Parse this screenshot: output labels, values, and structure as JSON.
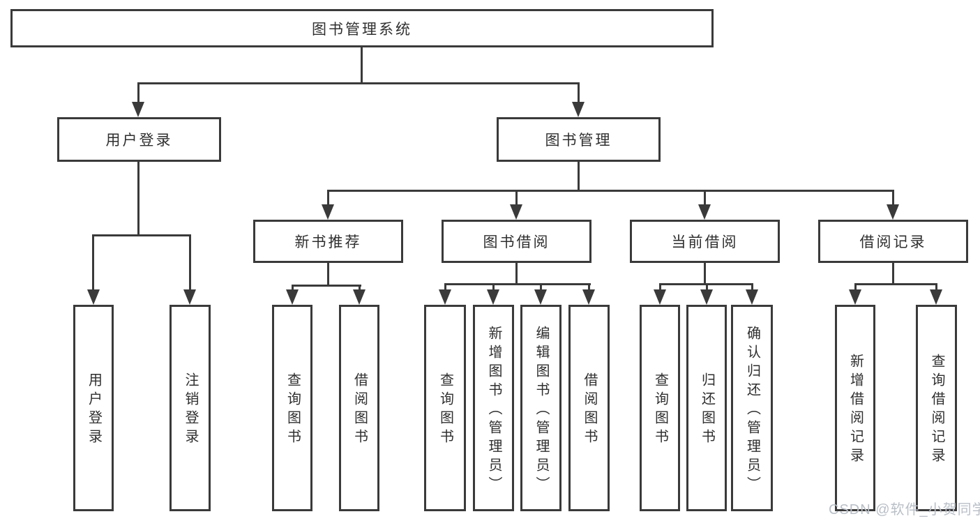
{
  "diagram": {
    "title": "图书管理系统",
    "root": {
      "label": "图书管理系统"
    },
    "level2": [
      {
        "id": "user-login",
        "label": "用户登录"
      },
      {
        "id": "book-management",
        "label": "图书管理"
      }
    ],
    "level3": [
      {
        "id": "new-book-recommend",
        "label": "新书推荐"
      },
      {
        "id": "book-borrow",
        "label": "图书借阅"
      },
      {
        "id": "current-borrow",
        "label": "当前借阅"
      },
      {
        "id": "borrow-record",
        "label": "借阅记录"
      }
    ],
    "leaves": {
      "user_login": [
        "用户登录",
        "注销登录"
      ],
      "new_book_recommend": [
        "查询图书",
        "借阅图书"
      ],
      "book_borrow": [
        "查询图书",
        "新增图书（管理员）",
        "编辑图书（管理员）",
        "借阅图书"
      ],
      "current_borrow": [
        "查询图书",
        "归还图书",
        "确认归还（管理员）"
      ],
      "borrow_record": [
        "新增借阅记录",
        "查询借阅记录"
      ]
    }
  },
  "watermark": {
    "text": "CSDN @软件_小贺同学"
  },
  "colors": {
    "background": "#ffffff",
    "line": "#3a3a3a",
    "node_border": "#3a3a3a",
    "node_fill": "#ffffff",
    "text": "#2f2f2f",
    "watermark_text": "#b9bfc7"
  }
}
